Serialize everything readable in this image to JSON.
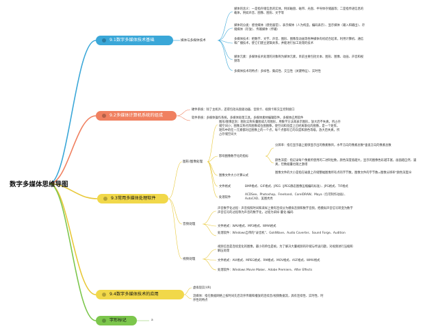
{
  "root": "数字多媒体思维导图",
  "topics": {
    "t1": "9.1数字多媒体技术基础",
    "t2": "9.2多媒体计算机系统的组成",
    "t3": "9.3常用多媒体处理软件",
    "t4": "9.4数字多媒体技术的应用",
    "t5": "字形标记"
  },
  "t1": {
    "sub": "媒体与多媒体技术",
    "items": [
      "媒体的含义：一是指存储信息的实体，例如磁盘、磁带、光盘、半导体存储器等；二是指传递信息的载体，例如声音、图像、图形、文字等",
      "媒体的分类：感觉媒体（感觉器官）、表示媒体（人为构造，编码表示）、显示媒体（输入和输出）、存储媒体（存放）、传输媒体（传输）",
      "多媒体技术：把数字、文字、声音、图形、图像及动画等各种媒体有机结合起来，利用计算机、通信和广播技术，使它们建立逻辑关系，并能进行加工处理的技术",
      "媒体元素：多媒体技术处理的对象称为媒体元素，目前主要包括文本、图形、图像、动画、声音和视频等",
      "多媒体技术的特点：多样性、集成性、交互性（关键特征）、实时性"
    ]
  },
  "t2": {
    "items": [
      "硬件系统：除了主机外，还得包括光盘驱动器、音频卡、视频卡和交互控制接口",
      "软件系统：多媒体操作系统，多媒体处理工具，多媒体素材编辑软件，多媒体应用软件"
    ]
  },
  "t3": {
    "graphics": "图形/图像处理",
    "g_items": [
      "图形/图像区别：图形又称矢量图或几何图形，用数学方法来表示图形，放大后不失真，所占存储空间小；图像又称点阵图像或位图图像，使空间和亮度上已经离散化的图像，是一个矩阵，矩阵中的任一元素都对应图像上的一个点，每个点都有它的灰度和颜色等级，放大后失真，所占存储空间大",
      "影响图像数字化的指标",
      "图像文件大小计算公式",
      "文件格式",
      "处理软件"
    ],
    "quality": [
      "分辨率：指在显示器上能够显示出的像素数目，水平方向的像素总数*垂直方向的像素总数",
      "颜色深度：指记录每个像素所使用的二进制位数，颜色深度值越大，显示的图像色彩越丰富，画面越自然、逼真，但数据量也随之激增"
    ],
    "formula": "图像文件的大小是指在磁盘上存储整幅图像所有点的字节数，图像文件的字节数=图像分辨率*颜色深度/8",
    "formats": "BMP格式、GIF格式、JPEG（JPEG静态图像压缩编码标准）、JPG格式、TIF格式",
    "soft": "ACDSee、Photoshop、Freehand、CorelDRAW、Maya（包可制作动画）、AutoCAD、美图秀秀",
    "audio": "音频处理",
    "a_items": [
      "声音数字化过程：声音按照时间和采样上要有连续分为模拟音频和数字音频，把模拟声音信号转变为数字声音信号的过程称为声音的数字化，过程为采样-量化-编码",
      "文件格式：WAV格式、MP3格式、WMA格式",
      "处理软件：Windows自带的“录音机”、GoldWave、Audio Coverter、Sound Forge、Audition"
    ],
    "video": "视频处理",
    "v_items": [
      "视频信息是连续变化的图像，最小的单位是帧，为了解决大量视频的存储与传送问题，对视频进行压缩和解压处理",
      "文件格式：AVI格式、MPEG格式、RM格式、MOV格式、ASF格式、WMV格式",
      "处理软件：Windows Movie Maker、Adobe Premiere、After Effects"
    ]
  },
  "t4": {
    "items": [
      "虚拟现实(VR)",
      "流媒体：指在数据网络上按时间先后次序传输和播放的连续音/视频数据流，具有连续性、实时性、时序性的特点"
    ]
  },
  "t5": {
    "child": "a"
  },
  "colors": {
    "t1": "#3aa7d8",
    "t2": "#f08060",
    "t3": "#f1d84a",
    "t4": "#f1d84a",
    "t5": "#7cc64c"
  }
}
